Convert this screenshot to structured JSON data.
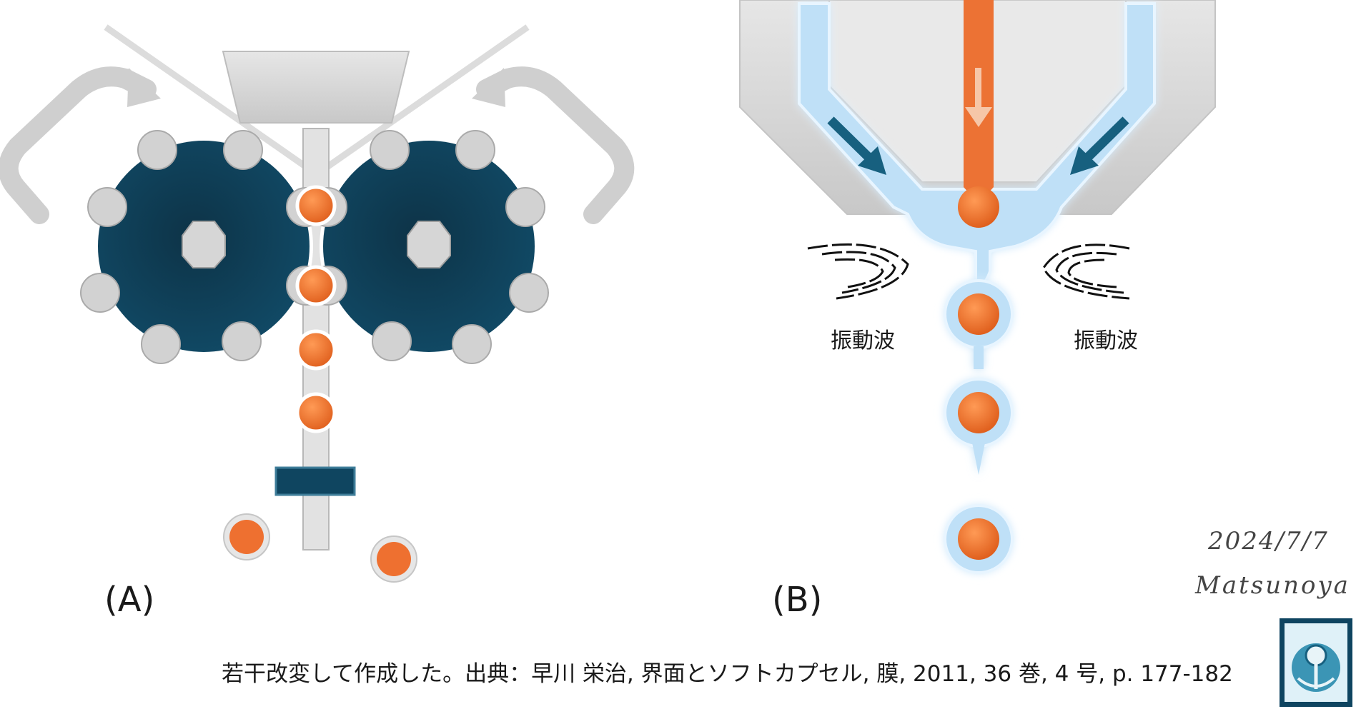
{
  "labels": {
    "panel_a": "(A)",
    "panel_b": "(B)",
    "vibration_wave_left": "振動波",
    "vibration_wave_right": "振動波"
  },
  "signature": {
    "date": "2024/7/7",
    "author": "Matsunoya"
  },
  "citation": "若干改変して作成した。出典：早川 栄治, 界面とソフトカプセル, 膜, 2011, 36 巻, 4 号, p. 177-182",
  "colors": {
    "roller": "#0f4560",
    "capsule": "#ee7030",
    "gray": "#d2d2d2",
    "shell": "#b9dcf5",
    "flow_arrow": "#17607f"
  }
}
